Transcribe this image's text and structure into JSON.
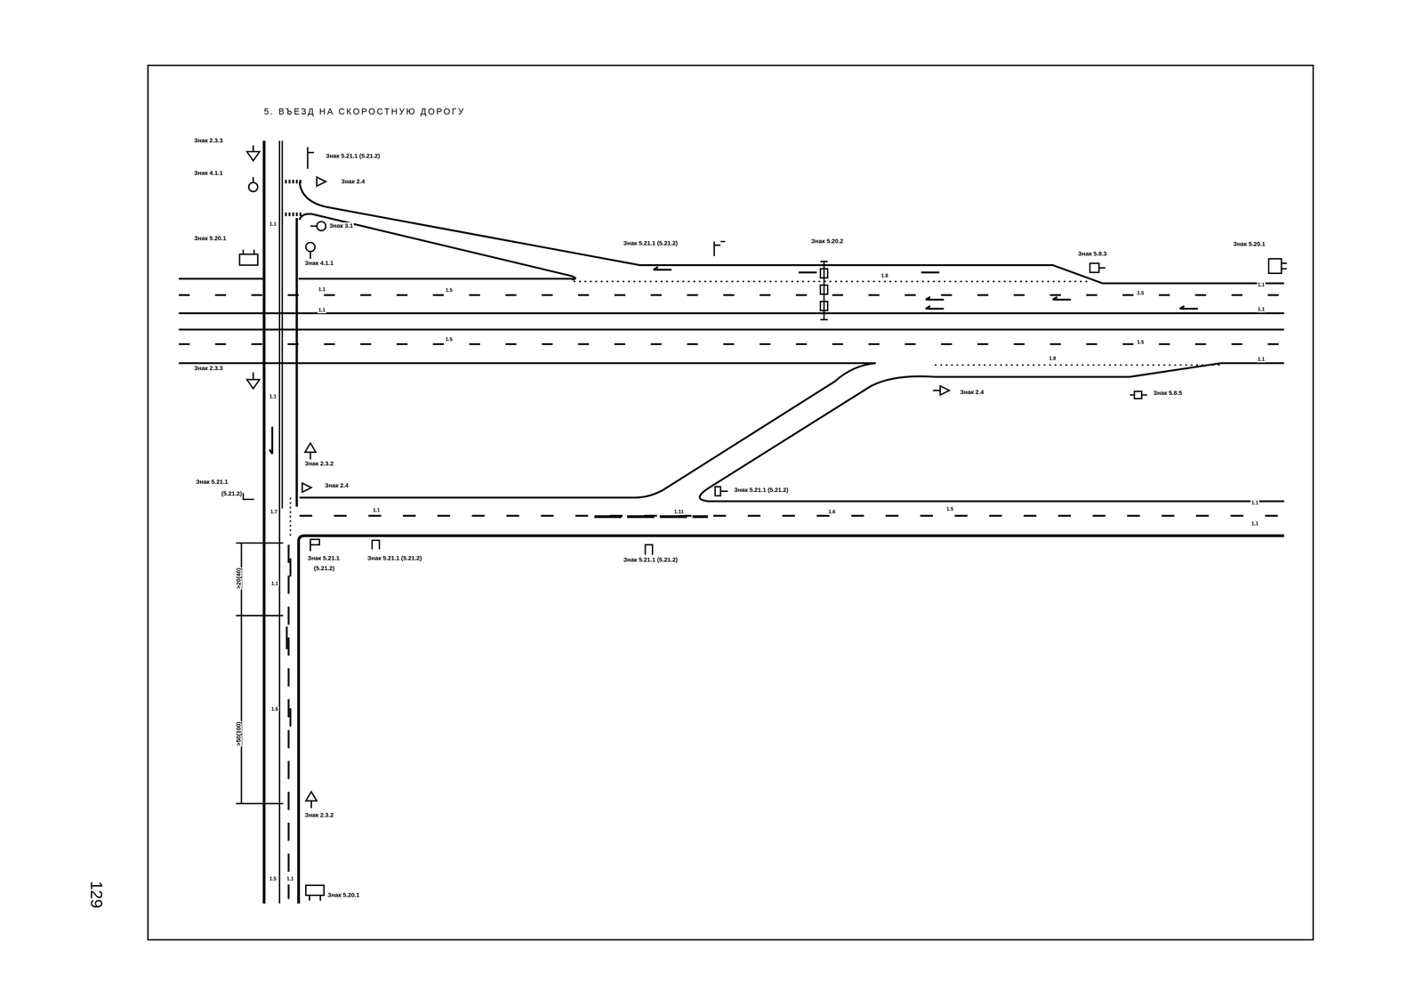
{
  "diagram": {
    "title": "5. ВЪЕЗД НА СКОРОСТНУЮ ДОРОГУ",
    "labels": [
      "Знак 2.3.3",
      "Знак 4.1.1",
      "Знак 5.21.1 (5.21.2)",
      "Знак 2.4",
      "Знак 3.1",
      "Знак 5.20.1",
      "Знак 4.1.1",
      "Знак 5.21.1 (5.21.2)",
      "Знак 5.20.2",
      "Знак 5.8.3",
      "Знак 5.20.1",
      "Знак 2.3.3",
      "Знак 2.4",
      "Знак 5.8.5",
      "Знак 2.3.2",
      "(5.21.2)",
      "Знак 5.21.1",
      "Знак 2.4",
      "Знак 5.21.1 (5.21.2)",
      "Знак 5.21.1",
      "(5.21.2)",
      "Знак 5.21.1 (5.21.2)",
      "Знак 5.21.1 (5.21.2)",
      "Знак 2.3.2",
      "Знак 5.20.1",
      ">20(40)",
      ">50(100)",
      "129",
      "1.1",
      "1.1",
      "1.1",
      "1.5",
      "1.5",
      "1.5",
      "1.5",
      "1.8",
      "1.8",
      "1.1",
      "1.1",
      "1.1",
      "1.1",
      "1.11",
      "1.6",
      "1.5",
      "1.1",
      "1.1",
      "1.7",
      "1.1",
      "1.1",
      "1.6",
      "1.5",
      "1.1"
    ]
  }
}
